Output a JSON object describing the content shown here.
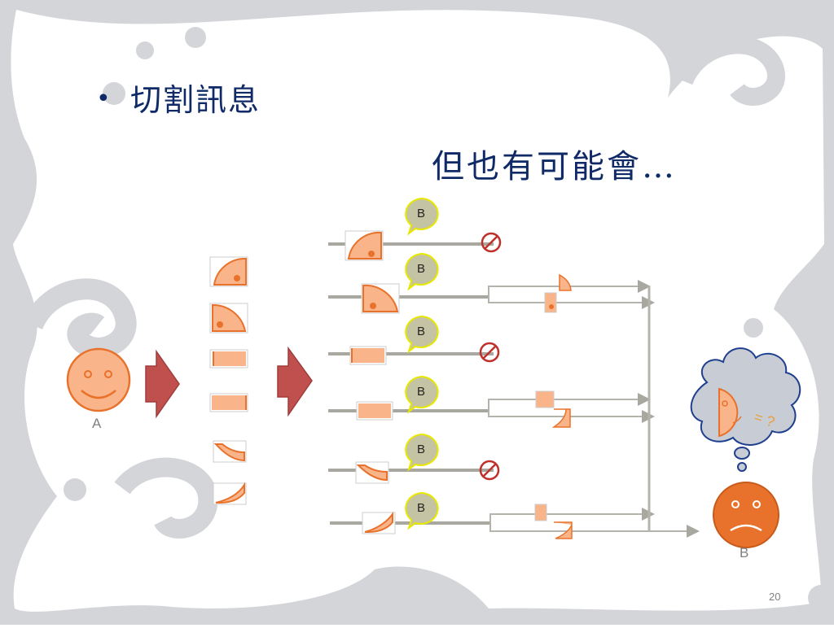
{
  "slide": {
    "bullet": "•",
    "title": "切割訊息",
    "subtitle": "但也有可能會…",
    "page_number": "20"
  },
  "diagram": {
    "sender_label": "A",
    "receiver_label": "B",
    "bubble_labels": [
      "B",
      "B",
      "B",
      "B",
      "B",
      "B"
    ],
    "thought_text": "= ?"
  },
  "colors": {
    "background_swirl": "#d3d5d9",
    "title": "#0f2a66",
    "face_fill": "#f9b489",
    "face_stroke": "#e8722c",
    "arrow": "#c0504d",
    "bubble_fill": "#c4c4a4",
    "bubble_stroke": "#e8e800",
    "sad_face": "#e8722c",
    "line": "#a8a8a0"
  },
  "icons": [
    "smiley-face-icon",
    "sad-face-icon",
    "speech-bubble-icon",
    "no-entry-icon",
    "thought-cloud-icon",
    "right-arrow-icon"
  ]
}
